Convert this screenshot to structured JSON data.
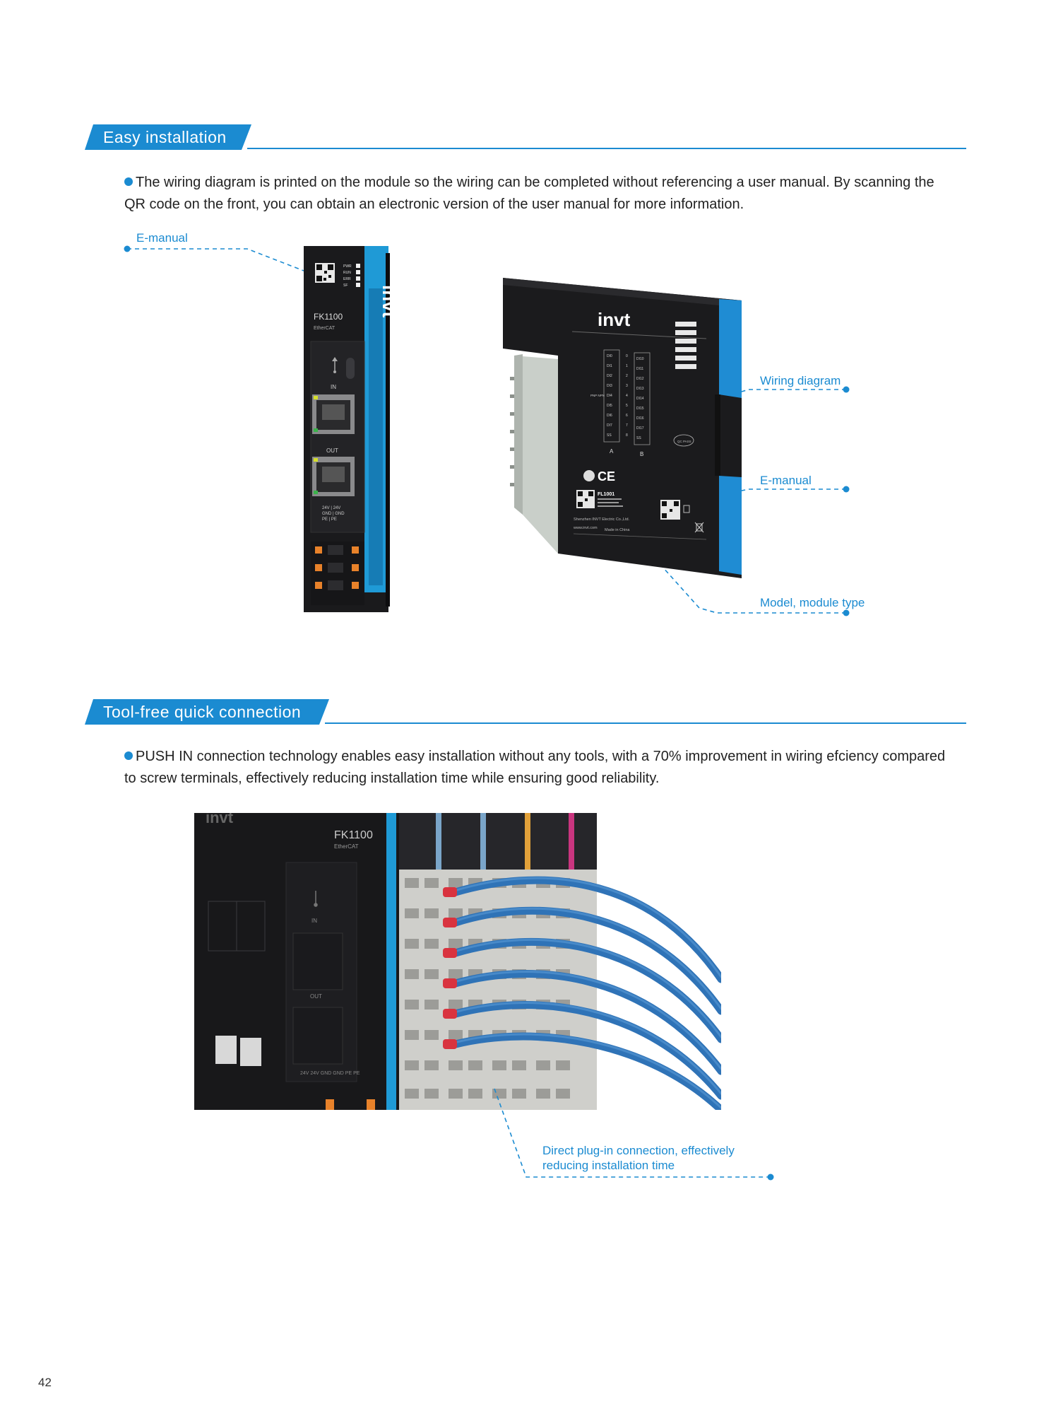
{
  "section1": {
    "title": "Easy installation",
    "paragraph": "The wiring diagram is printed on the module so the wiring can be completed without referencing a user manual. By scanning the QR code on the front, you can obtain an electronic version of the user manual for more information.",
    "callouts": {
      "emanual_left": "E-manual",
      "wiring_diagram": "Wiring diagram",
      "emanual_right": "E-manual",
      "model_type": "Model, module type"
    },
    "coupler": {
      "brand": "invt",
      "model": "FK1100",
      "bus": "EtherCAT",
      "leds": [
        "PWR",
        "RUN",
        "ERR",
        "SF"
      ],
      "port_in": "IN",
      "port_out": "OUT",
      "power_label_1": "24V | 24V",
      "power_label_2": "GND | GND",
      "power_label_3": "PE | PE"
    },
    "io_module": {
      "brand": "invt",
      "model": "FL1001",
      "left_column": [
        "DI0",
        "DI1",
        "DI2",
        "DI3",
        "DI4",
        "DI5",
        "DI6",
        "DI7",
        "SS"
      ],
      "mid_numbers": [
        "0",
        "1",
        "2",
        "3",
        "4",
        "5",
        "6",
        "7",
        "8"
      ],
      "right_column": [
        "DI10",
        "DI11",
        "DI12",
        "DI13",
        "DI14",
        "DI15",
        "DI16",
        "DI17",
        "SS"
      ],
      "col_a": "A",
      "col_b": "B",
      "pnp": "PNP NPN",
      "qc": "QC PASS",
      "ce": "CE",
      "manufacturer": "Shenzhen INVT Electric Co.,Ltd.",
      "website": "www.invt.com",
      "origin": "Made in China"
    }
  },
  "section2": {
    "title": "Tool-free quick connection",
    "paragraph": "PUSH IN connection technology enables easy installation without any tools, with a 70% improvement in wiring efciency compared to screw terminals, effectively reducing installation time while ensuring good reliability.",
    "photo": {
      "model": "FK1100",
      "bus": "EtherCAT",
      "port_in": "IN",
      "port_out": "OUT",
      "power_labels": "24V 24V GND GND PE PE",
      "brand": "invt"
    },
    "callout_line1": "Direct plug-in connection, effectively",
    "callout_line2": "reducing installation time"
  },
  "page_number": "42",
  "colors": {
    "accent": "#1b8bd1",
    "module_dark": "#1c1c1e",
    "cable_blue": "#2f73b7",
    "ferrule_red": "#d9333f",
    "terminal_orange": "#e8822a"
  }
}
